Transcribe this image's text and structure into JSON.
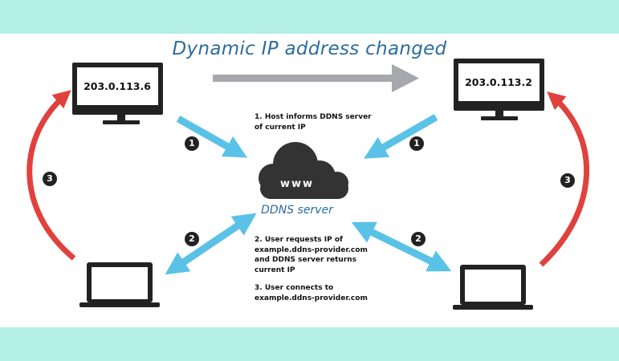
{
  "title": "Dynamic IP address changed",
  "left_host": {
    "ip": "203.0.113.6"
  },
  "right_host": {
    "ip": "203.0.113.2"
  },
  "server": {
    "cloud_text": "www",
    "label": "DDNS server"
  },
  "notes": {
    "step1": [
      "1. Host informs DDNS server",
      "of current IP"
    ],
    "step2": [
      "2. User requests IP of",
      "example.ddns-provider.com",
      "and DDNS server returns",
      "current IP"
    ],
    "step3": [
      "3. User connects to",
      "example.ddns-provider.com"
    ]
  },
  "badges": {
    "one": "1",
    "two": "2",
    "three": "3"
  },
  "colors": {
    "band": "#b4efe6",
    "title": "#2c6d9c",
    "blue_arrow": "#5ac2e6",
    "red_arrow": "#e0413c",
    "gray_arrow": "#a7a7ae",
    "device": "#222222"
  }
}
